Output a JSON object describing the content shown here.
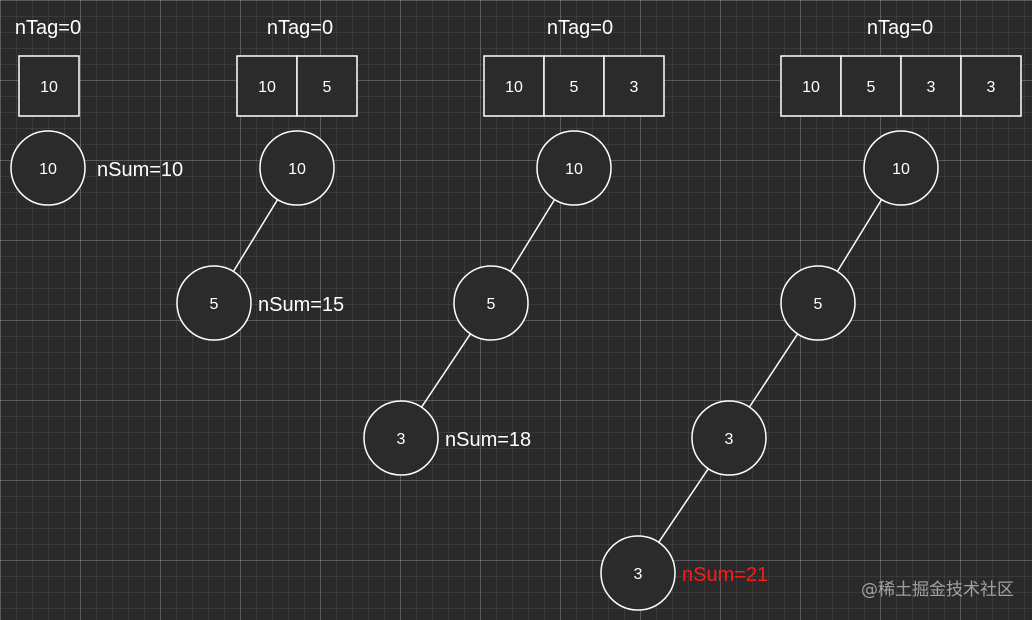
{
  "colors": {
    "background": "#2a2a2a",
    "node_fill": "#2b2b2b",
    "stroke": "#ffffff",
    "text": "#ffffff",
    "highlight": "#ff1a1a"
  },
  "panels": [
    {
      "tag_label": "nTag=0",
      "stack": [
        "10"
      ],
      "nodes": [
        {
          "value": "10",
          "sum_label": "nSum=10",
          "highlight": false
        }
      ]
    },
    {
      "tag_label": "nTag=0",
      "stack": [
        "10",
        "5"
      ],
      "nodes": [
        {
          "value": "10",
          "sum_label": "",
          "highlight": false
        },
        {
          "value": "5",
          "sum_label": "nSum=15",
          "highlight": false
        }
      ]
    },
    {
      "tag_label": "nTag=0",
      "stack": [
        "10",
        "5",
        "3"
      ],
      "nodes": [
        {
          "value": "10",
          "sum_label": "",
          "highlight": false
        },
        {
          "value": "5",
          "sum_label": "",
          "highlight": false
        },
        {
          "value": "3",
          "sum_label": "nSum=18",
          "highlight": false
        }
      ]
    },
    {
      "tag_label": "nTag=0",
      "stack": [
        "10",
        "5",
        "3",
        "3"
      ],
      "nodes": [
        {
          "value": "10",
          "sum_label": "",
          "highlight": false
        },
        {
          "value": "5",
          "sum_label": "",
          "highlight": false
        },
        {
          "value": "3",
          "sum_label": "",
          "highlight": false
        },
        {
          "value": "3",
          "sum_label": "nSum=21",
          "highlight": true
        }
      ]
    }
  ],
  "watermark": "@稀土掘金技术社区"
}
